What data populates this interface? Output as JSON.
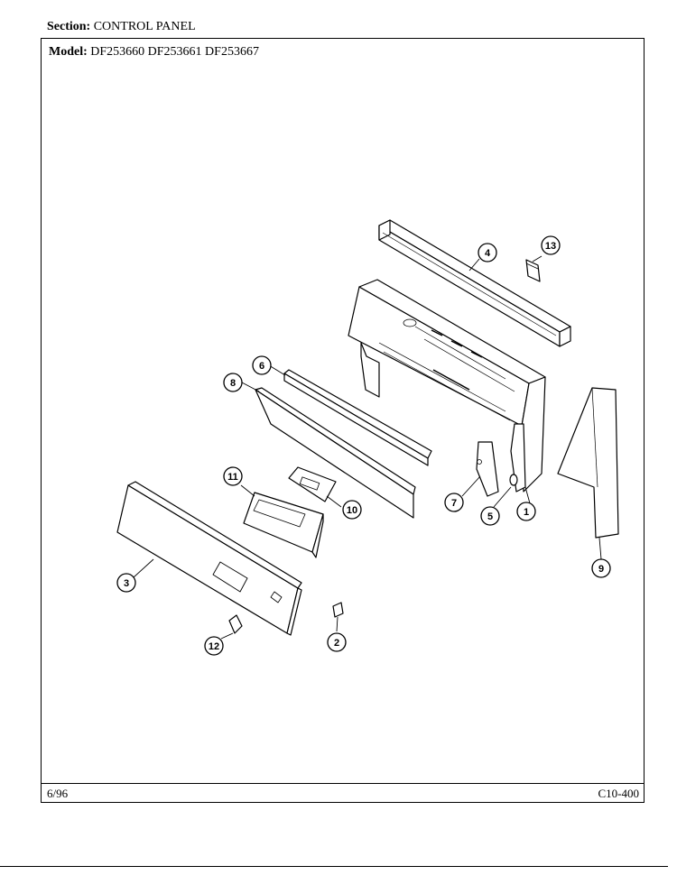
{
  "header": {
    "section_label": "Section:",
    "section_value": "CONTROL PANEL",
    "model_label": "Model:",
    "model_value": "DF253660 DF253661 DF253667"
  },
  "footer": {
    "date": "6/96",
    "page_code": "C10-400"
  },
  "callouts": [
    "1",
    "2",
    "3",
    "4",
    "5",
    "6",
    "7",
    "8",
    "9",
    "10",
    "11",
    "12",
    "13"
  ]
}
